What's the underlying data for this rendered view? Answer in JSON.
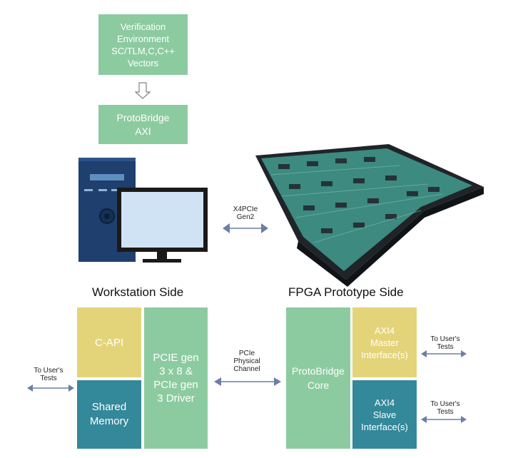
{
  "top_boxes": {
    "verification": "Verification\nEnvironment\nSC/TLM,C,C++\nVectors",
    "protobridge_axi": "ProtoBridge\nAXI"
  },
  "link_label": "X4PCIe\nGen2",
  "headings": {
    "workstation": "Workstation Side",
    "fpga": "FPGA Prototype Side"
  },
  "workstation_blocks": {
    "c_api": "C-API",
    "shared_memory": "Shared\nMemory",
    "pcie_driver": "PCIE gen\n3 x 8 &\nPCIe gen\n3 Driver"
  },
  "fpga_blocks": {
    "core": "ProtoBridge\nCore",
    "axi4_master": "AXI4\nMaster\nInterface(s)",
    "axi4_slave": "AXI4\nSlave\nInterface(s)"
  },
  "channel_label": "PCIe\nPhysical\nChannel",
  "user_tests": {
    "left": "To User's\nTests",
    "right_top": "To User's\nTests",
    "right_bottom": "To User's\nTests"
  },
  "colors": {
    "green": "#8ccba0",
    "yellow": "#e3d47a",
    "teal": "#33889a",
    "arrow": "#6b7fa8"
  }
}
